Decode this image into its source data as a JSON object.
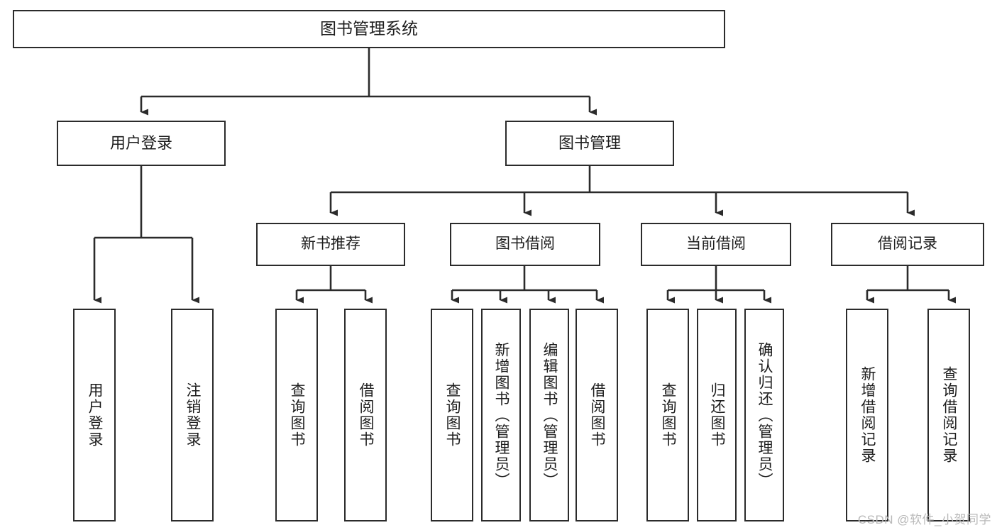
{
  "diagram": {
    "title": "图书管理系统",
    "type": "tree",
    "watermark": "CSDN @软件_小贺同学",
    "colors": {
      "stroke": "#2b2b2b",
      "fill": "#ffffff",
      "text": "#1d1d1d",
      "watermark": "#b9b9b9"
    },
    "root": {
      "label": "图书管理系统"
    },
    "level1": [
      {
        "label": "用户登录"
      },
      {
        "label": "图书管理"
      }
    ],
    "level2": [
      {
        "label": "新书推荐"
      },
      {
        "label": "图书借阅"
      },
      {
        "label": "当前借阅"
      },
      {
        "label": "借阅记录"
      }
    ],
    "leaves": {
      "user_login": [
        {
          "label": "用户登录"
        },
        {
          "label": "注销登录"
        }
      ],
      "new_book": [
        {
          "label": "查询图书"
        },
        {
          "label": "借阅图书"
        }
      ],
      "book_borrow": [
        {
          "label": "查询图书"
        },
        {
          "label": "新增图书（管理员）"
        },
        {
          "label": "编辑图书（管理员）"
        },
        {
          "label": "借阅图书"
        }
      ],
      "current_borrow": [
        {
          "label": "查询图书"
        },
        {
          "label": "归还图书"
        },
        {
          "label": "确认归还（管理员）"
        }
      ],
      "borrow_record": [
        {
          "label": "新增借阅记录"
        },
        {
          "label": "查询借阅记录"
        }
      ]
    }
  }
}
